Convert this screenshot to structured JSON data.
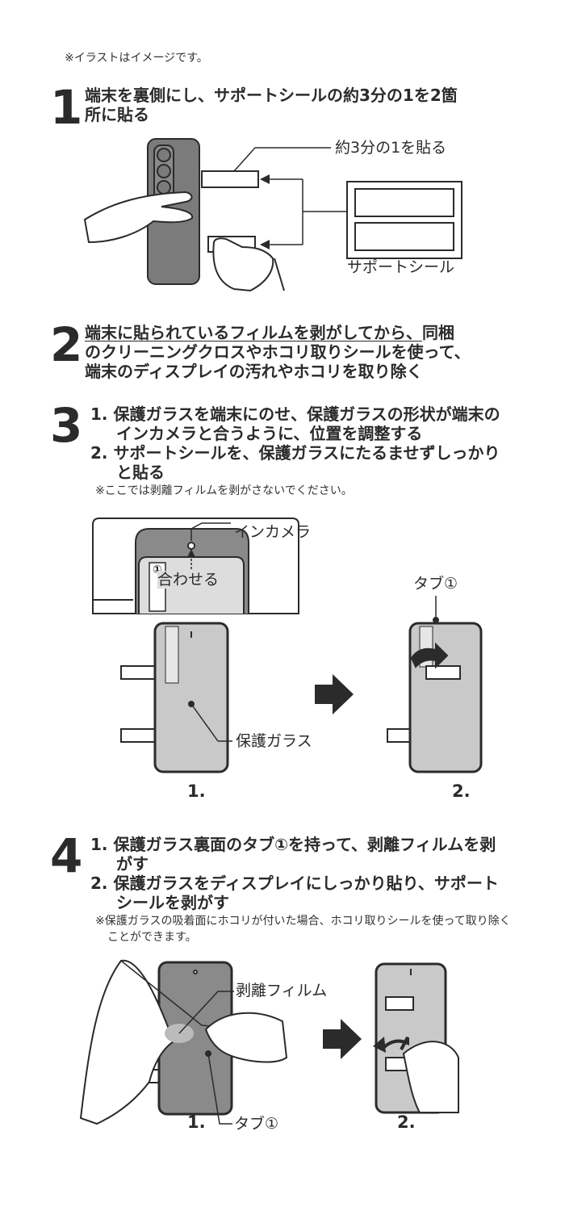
{
  "note_top": "※イラストはイメージです。",
  "steps": [
    {
      "number": "1",
      "lines": [
        "端末を裏側にし、サポートシールの約3分の1を2箇",
        "所に貼る"
      ]
    },
    {
      "number": "2",
      "underlined": "端末に貼られているフィルムを剥がしてから、",
      "lines": [
        "同梱",
        "のクリーニングクロスやホコリ取りシールを使って、",
        "端末のディスプレイの汚れやホコリを取り除く"
      ]
    },
    {
      "number": "3",
      "items": [
        "1. 保護ガラスを端末にのせ、保護ガラスの形状が端末のインカメラと合うように、位置を調整する",
        "2. サポートシールを、保護ガラスにたるませずしっかりと貼る"
      ],
      "note": "※ここでは剥離フィルムを剥がさないでください。"
    },
    {
      "number": "4",
      "items": [
        "1. 保護ガラス裏面のタブ①を持って、剥離フィルムを剥がす",
        "2. 保護ガラスをディスプレイにしっかり貼り、サポートシールを剥がす"
      ],
      "note": "※保護ガラスの吸着面にホコリが付いた場合、ホコリ取りシールを使って取り除くことができます。"
    }
  ],
  "figure1": {
    "label_paste": "約3分の1を貼る",
    "label_seal": "サポートシール"
  },
  "figure3": {
    "label_camera": "インカメラ",
    "label_align": "合わせる",
    "tab_mark": "①",
    "label_glass": "保護ガラス",
    "label_tab": "タブ①",
    "cap1": "1.",
    "cap2": "2."
  },
  "figure4": {
    "label_film": "剥離フィルム",
    "label_tab": "タブ①",
    "cap1": "1.",
    "cap2": "2."
  }
}
